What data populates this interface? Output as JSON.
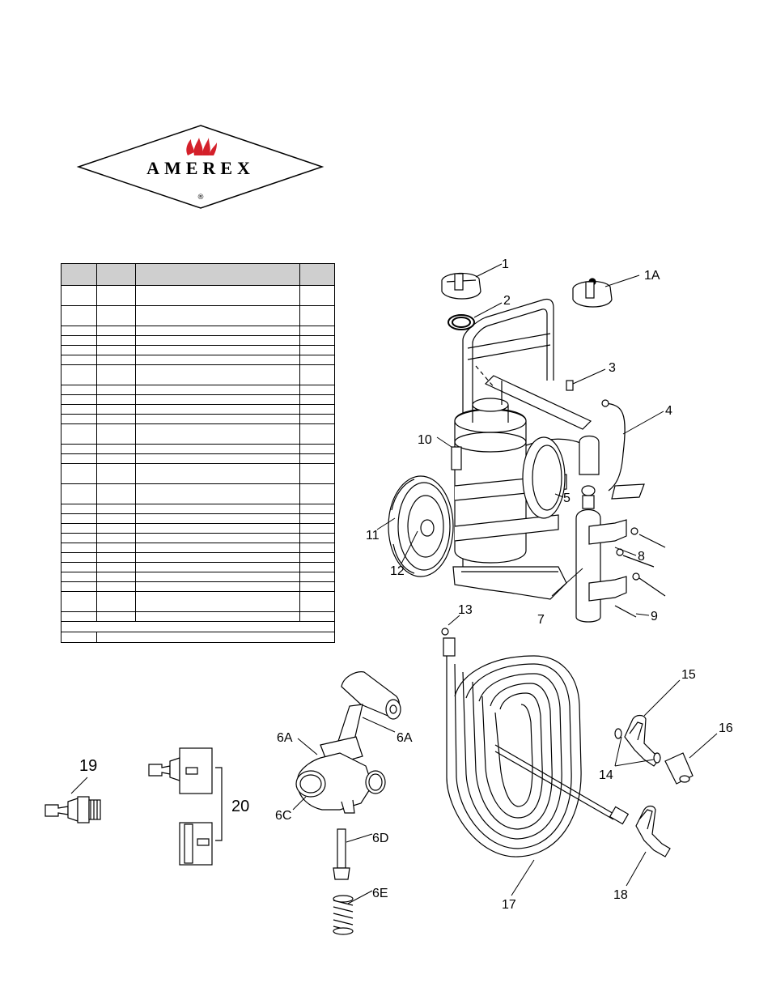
{
  "logo": {
    "brand_name": "AMEREX",
    "registered_mark": "®",
    "flame_color": "#d4202a"
  },
  "parts_table": {
    "headers": [
      "",
      "",
      "",
      ""
    ],
    "row_heights": [
      "tall",
      "tall",
      "small",
      "small",
      "small",
      "small",
      "tall",
      "small",
      "small",
      "small",
      "small",
      "tall",
      "small",
      "small",
      "tall",
      "tall",
      "small",
      "small",
      "small",
      "small",
      "small",
      "small",
      "small",
      "small",
      "small",
      "tall",
      "small"
    ],
    "footer_rows": 2
  },
  "callouts": {
    "c1": "1",
    "c1a": "1A",
    "c2": "2",
    "c3": "3",
    "c4": "4",
    "c5": "5",
    "c6a_left": "6A",
    "c6a_right": "6A",
    "c6c": "6C",
    "c6d": "6D",
    "c6e": "6E",
    "c7": "7",
    "c8": "8",
    "c9": "9",
    "c10": "10",
    "c11": "11",
    "c12": "12",
    "c13": "13",
    "c14": "14",
    "c15": "15",
    "c16": "16",
    "c17": "17",
    "c18": "18",
    "c19": "19",
    "c20": "20"
  }
}
